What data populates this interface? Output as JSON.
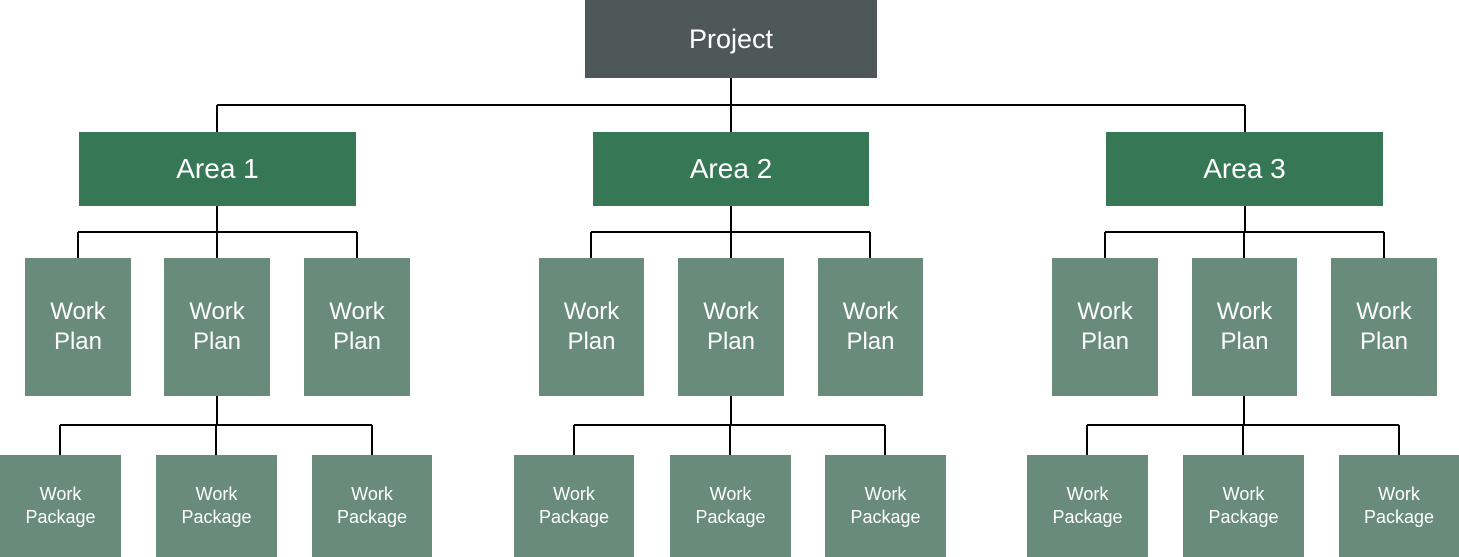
{
  "colors": {
    "root": "#4f5859",
    "area": "#367756",
    "box": "#688b7a",
    "connector": "#000000",
    "text": "#ffffff"
  },
  "root": {
    "label": "Project"
  },
  "areas": [
    {
      "label": "Area 1",
      "plans": [
        {
          "label": "Work\nPlan"
        },
        {
          "label": "Work\nPlan"
        },
        {
          "label": "Work\nPlan"
        }
      ],
      "packages": [
        {
          "label": "Work\nPackage"
        },
        {
          "label": "Work\nPackage"
        },
        {
          "label": "Work\nPackage"
        }
      ]
    },
    {
      "label": "Area 2",
      "plans": [
        {
          "label": "Work\nPlan"
        },
        {
          "label": "Work\nPlan"
        },
        {
          "label": "Work\nPlan"
        }
      ],
      "packages": [
        {
          "label": "Work\nPackage"
        },
        {
          "label": "Work\nPackage"
        },
        {
          "label": "Work\nPackage"
        }
      ]
    },
    {
      "label": "Area 3",
      "plans": [
        {
          "label": "Work\nPlan"
        },
        {
          "label": "Work\nPlan"
        },
        {
          "label": "Work\nPlan"
        }
      ],
      "packages": [
        {
          "label": "Work\nPackage"
        },
        {
          "label": "Work\nPackage"
        },
        {
          "label": "Work\nPackage"
        }
      ]
    }
  ]
}
